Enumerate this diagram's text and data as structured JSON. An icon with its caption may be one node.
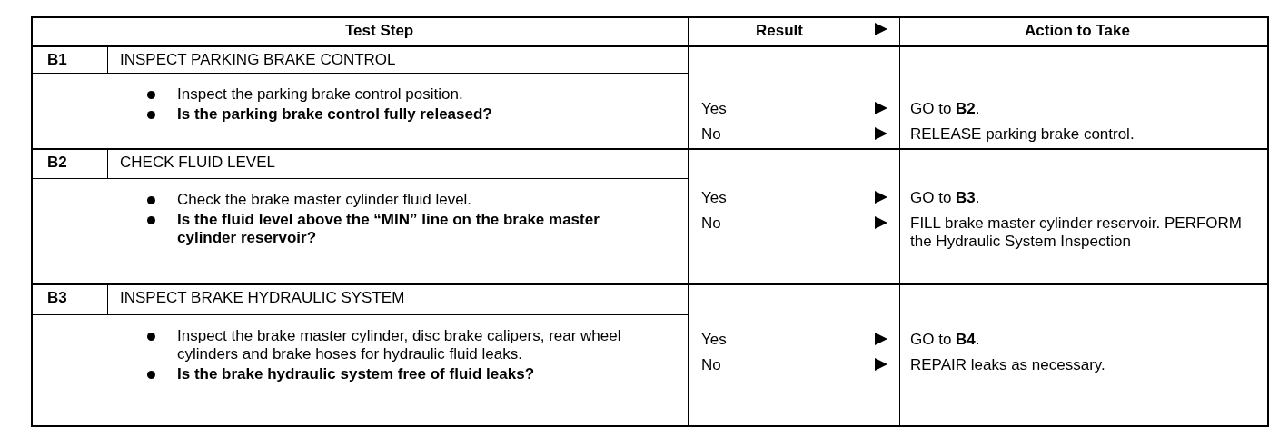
{
  "diagram": {
    "labels": [
      "Test Step",
      "Result",
      "Action to Take",
      "B1",
      "INSPECT PARKING BRAKE CONTROL",
      "Inspect the parking brake control position.",
      "Is the parking brake control  fully released?",
      "Yes",
      "No",
      "GO to **B2**.",
      "RELEASE parking brake control.",
      "B2",
      "CHECK FLUID LEVEL",
      "Check the brake master cylinder fluid level.",
      "Is the fluid level above the “MIN” line on the brake master cylinder reservoir?",
      "Yes",
      "No",
      "GO to **B3**.",
      "FILL brake master cylinder reservoir. PERFORM the Hydraulic System Inspection",
      "B3",
      "INSPECT BRAKE HYDRAULIC SYSTEM",
      "Inspect the brake master cylinder, disc brake calipers, rear wheel cylinders and brake hoses for hydraulic fluid leaks.",
      "Is the brake hydraulic system free of fluid leaks?",
      "Yes",
      "No",
      "GO to **B4**.",
      "REPAIR leaks as necessary."
    ]
  }
}
